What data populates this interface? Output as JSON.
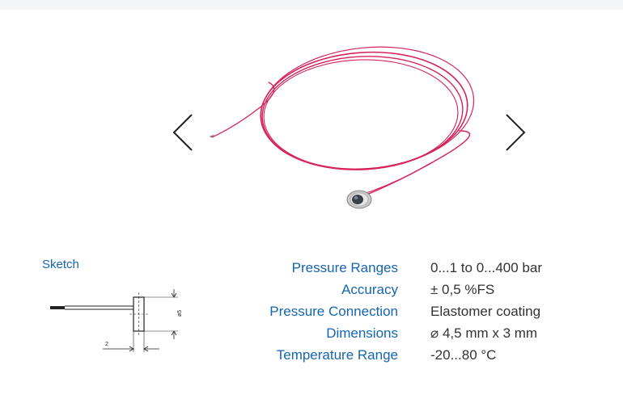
{
  "colors": {
    "accent": "#1565b0",
    "text": "#333333",
    "cable": "#d6245a"
  },
  "carousel": {
    "prev_icon": "chevron-left-icon",
    "next_icon": "chevron-right-icon",
    "image": "pressure-sensor-with-red-cable"
  },
  "sketch": {
    "label": "Sketch",
    "dimension_diameter": "ø5",
    "dimension_length": "2"
  },
  "specs": [
    {
      "label": "Pressure Ranges",
      "value": "0...1 to 0...400 bar"
    },
    {
      "label": "Accuracy",
      "value": "± 0,5 %FS"
    },
    {
      "label": "Pressure Connection",
      "value": "Elastomer coating"
    },
    {
      "label": "Dimensions",
      "value": "⌀ 4,5 mm x 3 mm"
    },
    {
      "label": "Temperature Range",
      "value": "-20...80 °C"
    }
  ]
}
